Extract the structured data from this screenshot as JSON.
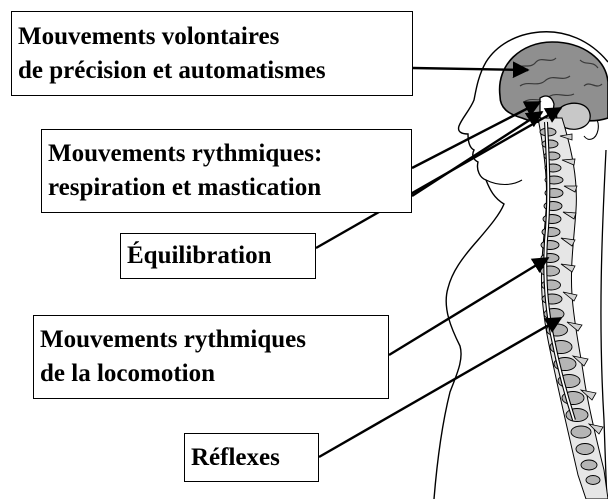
{
  "labels": {
    "voluntary": {
      "line1": "Mouvements volontaires",
      "line2": "de précision et automatismes"
    },
    "rhythmic_resp": {
      "line1": "Mouvements rythmiques:",
      "line2": "respiration et mastication"
    },
    "balance": {
      "line1": "Équilibration"
    },
    "rhythmic_loco": {
      "line1": "Mouvements rythmiques",
      "line2": "de la locomotion"
    },
    "reflexes": {
      "line1": "Réflexes"
    }
  },
  "colors": {
    "ink": "#000000",
    "brain": "#8f8f8f",
    "brain_light": "#c8c8c8",
    "spine": "#b5b5b5",
    "cord": "#ffffff",
    "background": "#ffffff"
  }
}
